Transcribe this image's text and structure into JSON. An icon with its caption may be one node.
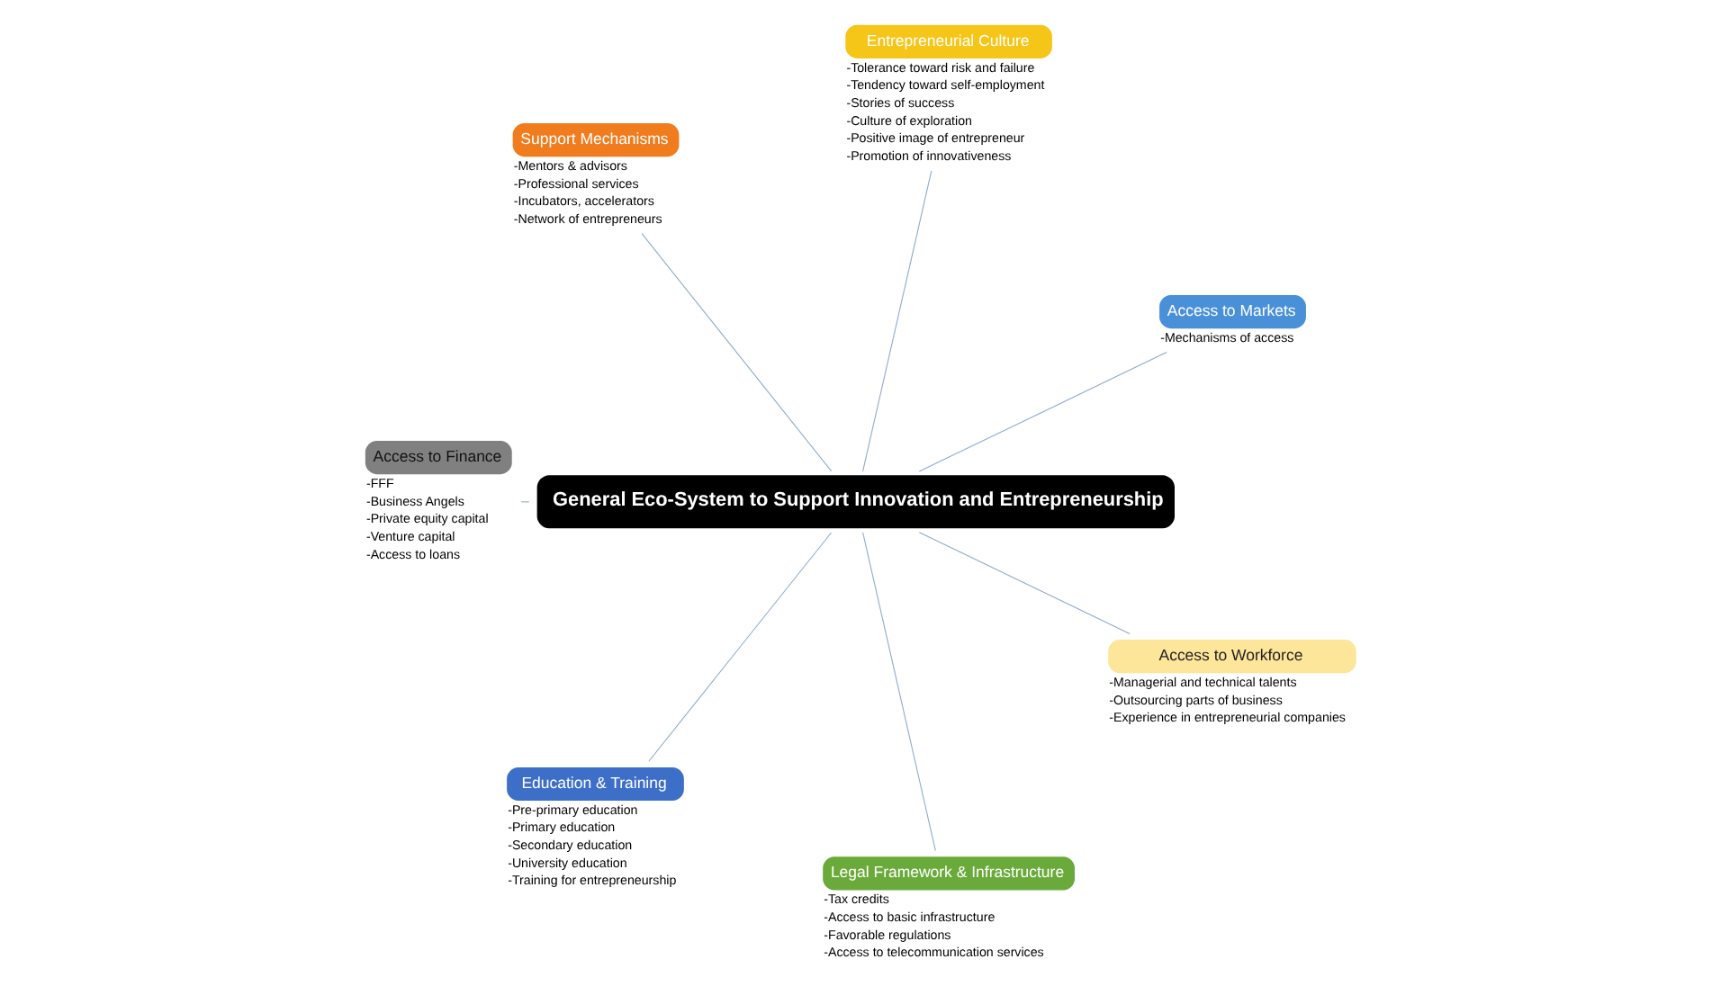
{
  "diagram": {
    "nodes": [
      {
        "text": [
          "General Eco-System to Support Innovation and Entrepreneurship"
        ]
      },
      {
        "text": [
          "Access to Markets"
        ],
        "beside": [
          "-Mechanisms of access"
        ]
      },
      {
        "text": [
          "Entrepreneurial Culture"
        ],
        "beside": [
          "-Tolerance toward risk and failure",
          "-Tendency toward self-employment",
          "-Stories of success",
          "-Culture of exploration",
          "-Positive image of entrepreneur",
          "-Promotion of innovativeness"
        ]
      },
      {
        "text": [
          "Support Mechanisms"
        ],
        "beside": [
          "-Mentors & advisors",
          "-Professional services",
          "-Incubators, accelerators",
          "-Network of entrepreneurs"
        ]
      },
      {
        "text": [
          "Access to Finance"
        ],
        "beside": [
          "-FFF",
          "-Business Angels",
          "-Private equity capital",
          "-Venture capital",
          "-Access to loans"
        ]
      },
      {
        "text": [
          "Education & Training"
        ],
        "beside": [
          "-Pre-primary education",
          "-Primary education",
          "-Secondary education",
          "-University education",
          "-Training for entrepreneurship"
        ]
      },
      {
        "text": [
          "Legal Framework & Infrastructure"
        ],
        "beside": [
          "-Tax credits",
          "-Access to basic infrastructure",
          "-Favorable regulations",
          "-Access to telecommunication services"
        ]
      },
      {
        "text": [
          "Access to Workforce"
        ],
        "beside": [
          "-Managerial and technical talents",
          "-Outsourcing parts of business",
          "-Experience in entrepreneurial companies"
        ]
      }
    ],
    "edges": [
      {
        "from": 0,
        "to": 1,
        "arrow": "none"
      },
      {
        "from": 0,
        "to": 2,
        "arrow": "none"
      },
      {
        "from": 0,
        "to": 3,
        "arrow": "none"
      },
      {
        "from": 0,
        "to": 4,
        "arrow": "none"
      },
      {
        "from": 0,
        "to": 5,
        "arrow": "none"
      },
      {
        "from": 0,
        "to": 6,
        "arrow": "none"
      },
      {
        "from": 0,
        "to": 7,
        "arrow": "none"
      }
    ]
  }
}
